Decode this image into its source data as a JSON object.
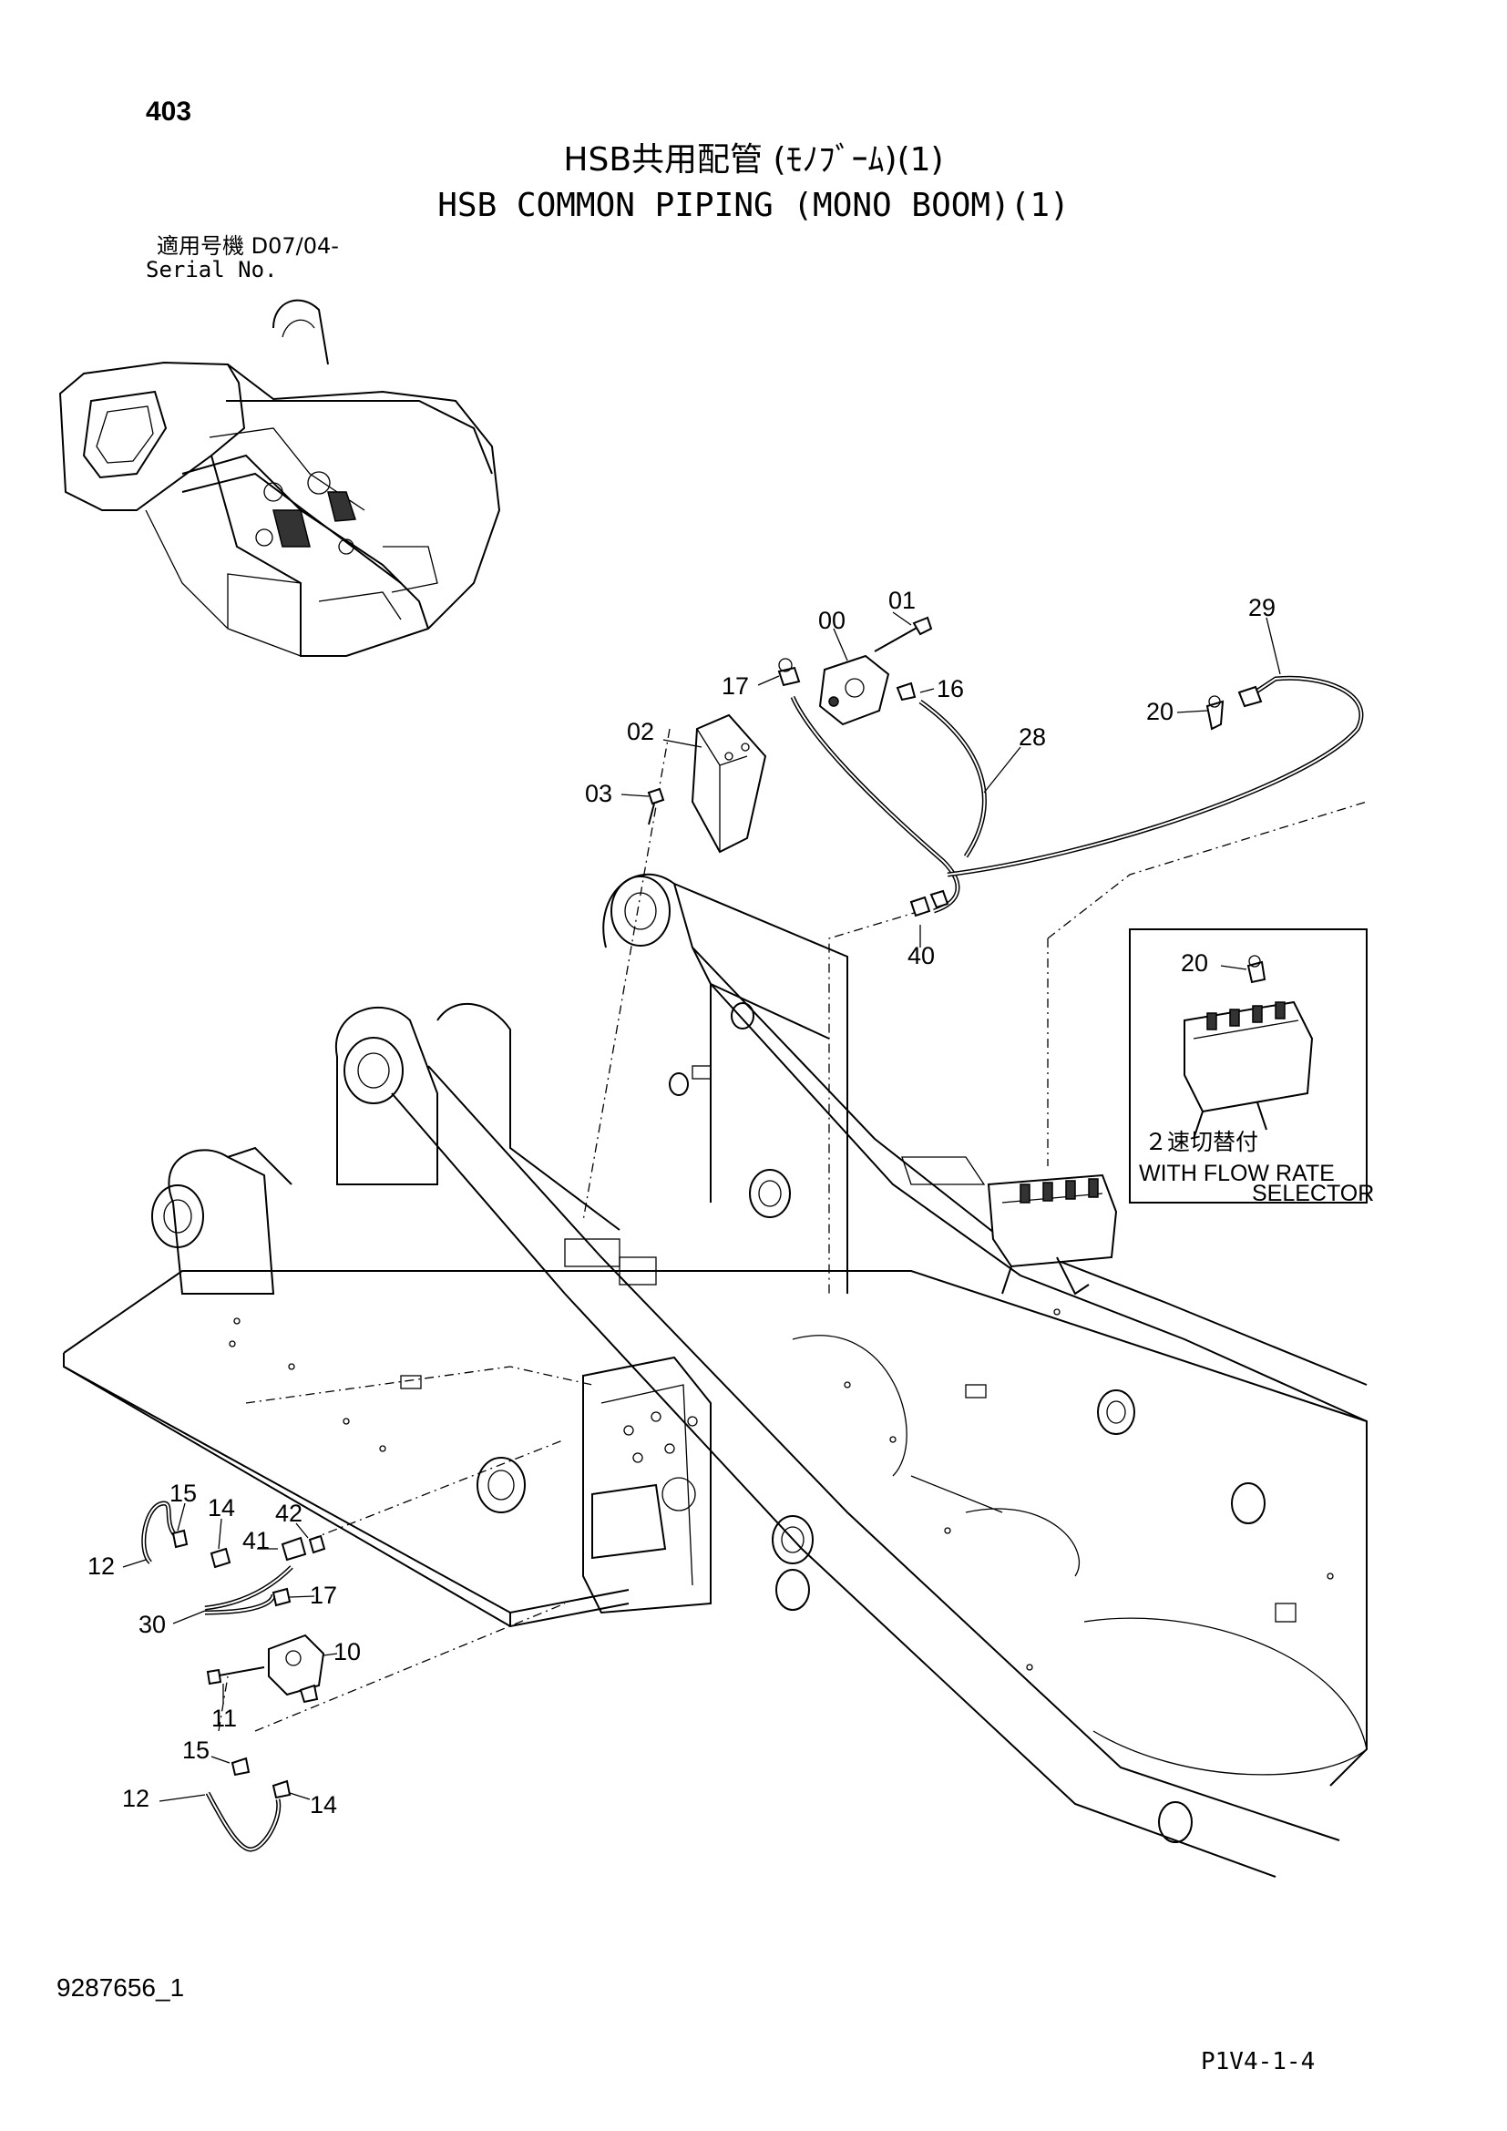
{
  "header": {
    "page_number": "403",
    "title_jp": "HSB共用配管 (ﾓﾉﾌﾞｰﾑ)(1)",
    "title_en": "HSB COMMON PIPING (MONO BOOM)(1)",
    "serial_label_jp": "適用号機  D07/04-",
    "serial_label_en": "Serial No."
  },
  "callouts": [
    "00",
    "01",
    "02",
    "03",
    "17",
    "16",
    "28",
    "29",
    "20",
    "40",
    "15",
    "14",
    "42",
    "41",
    "12",
    "17",
    "30",
    "10",
    "11",
    "15",
    "12",
    "14"
  ],
  "inset": {
    "callout": "20",
    "label_jp": "２速切替付",
    "label_en_line1": "WITH FLOW RATE",
    "label_en_line2": "SELECTOR"
  },
  "footer": {
    "drawing_number": "9287656_1",
    "page_ref": "P1V4-1-4"
  }
}
